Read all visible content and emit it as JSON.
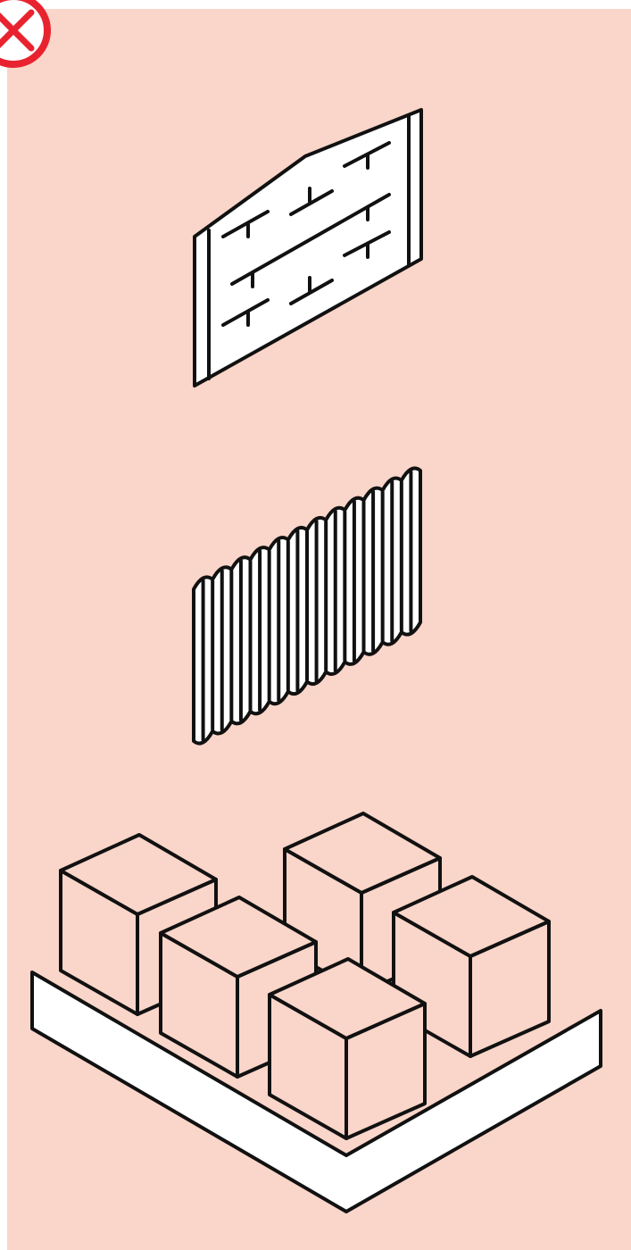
{
  "colors": {
    "background": "#fad5c9",
    "outline": "#111111",
    "fill_white": "#ffffff",
    "warning_red": "#e8232f"
  },
  "status": {
    "mark": "incorrect",
    "icon": "x-circle-icon"
  },
  "illustrations": [
    {
      "name": "wall-tie-panel",
      "icon": "panel-with-t-ties-icon"
    },
    {
      "name": "corrugated-sheet",
      "icon": "corrugated-sheet-icon"
    },
    {
      "name": "boxes-on-tray",
      "icon": "five-boxes-on-l-tray-icon",
      "box_count": 5
    }
  ]
}
